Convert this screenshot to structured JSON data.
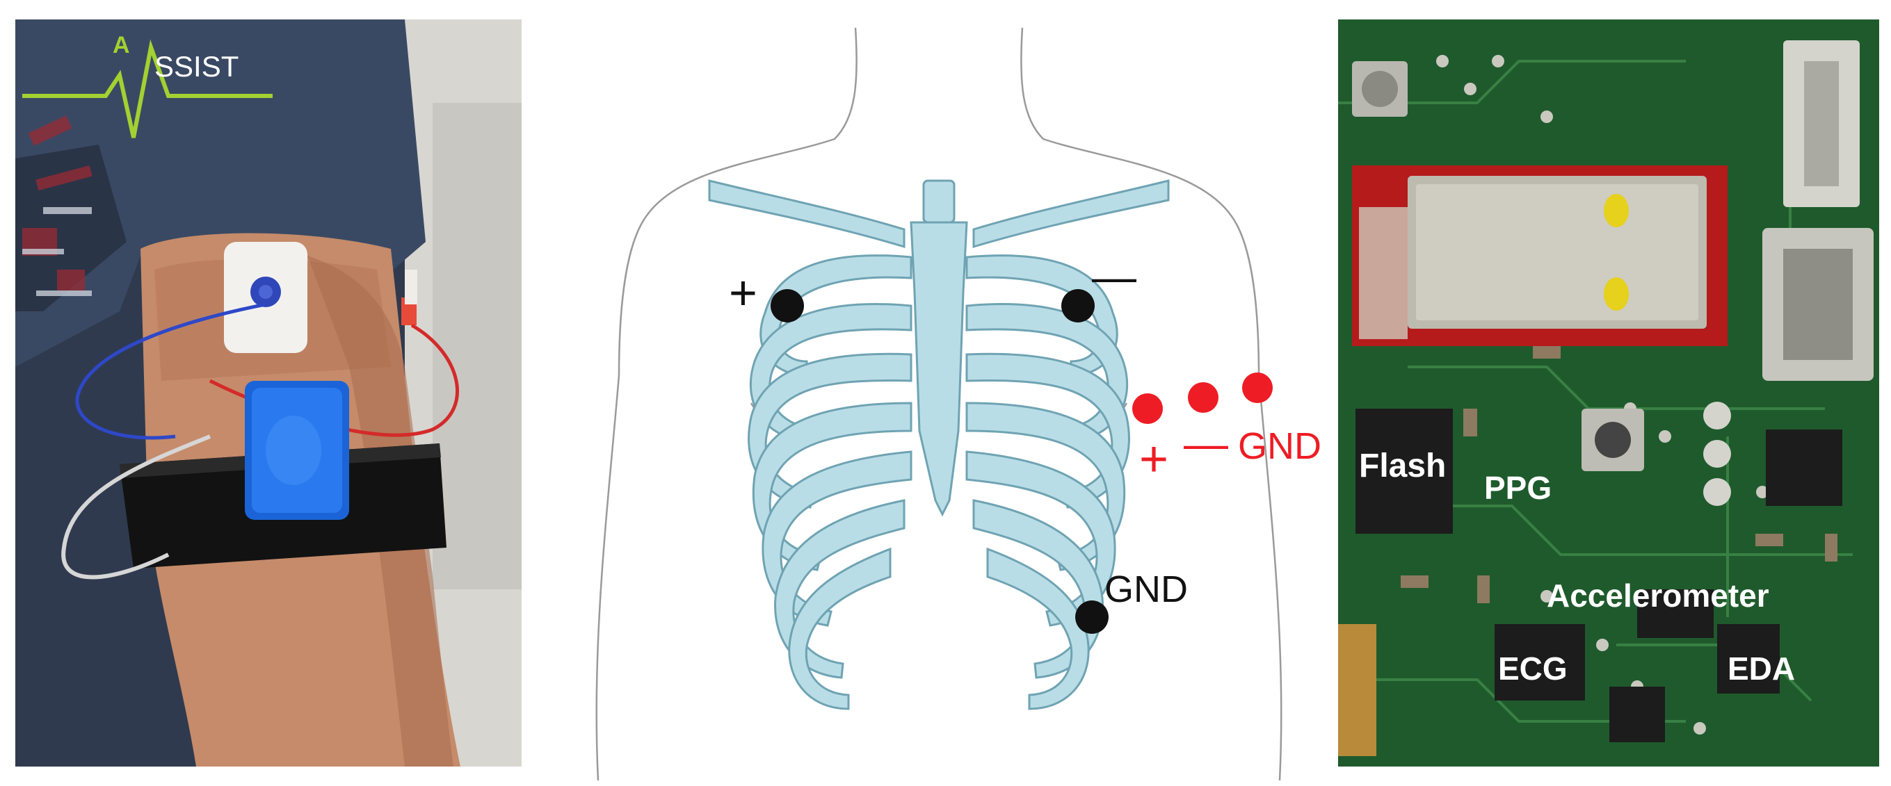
{
  "left_photo": {
    "logo_text": "SSIST",
    "logo_letter": "A"
  },
  "diagram": {
    "plus_sign": "+",
    "minus_sign": "—",
    "gnd_label": "GND",
    "red_plus": "+",
    "red_minus": "—",
    "red_gnd": "GND",
    "colors": {
      "ribs": "#b9dde6",
      "rib_stroke": "#6fa3b3",
      "electrode": "#111111",
      "red": "#ee1c24"
    }
  },
  "board": {
    "labels": {
      "flash": "Flash",
      "ppg": "PPG",
      "accelerometer": "Accelerometer",
      "ecg": "ECG",
      "eda": "EDA"
    }
  }
}
